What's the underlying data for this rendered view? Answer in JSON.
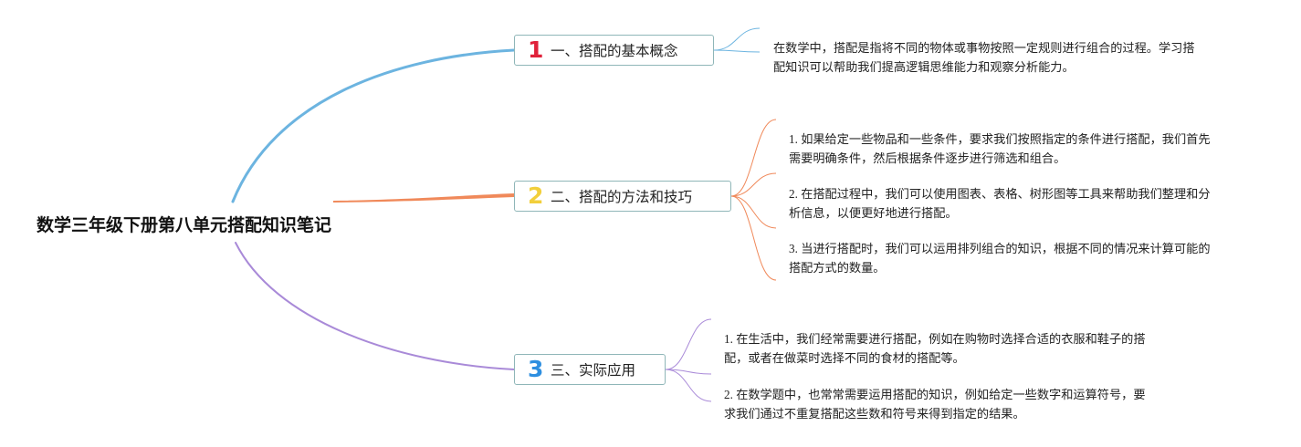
{
  "central_title": "数学三年级下册第八单元搭配知识笔记",
  "colors": {
    "branch_1": "#6cb4e0",
    "branch_2": "#f0895a",
    "branch_3": "#a98ad8",
    "num_1": "#e0213a",
    "num_2": "#f2cf3b",
    "num_3": "#2e8fe0",
    "box_border": "#8fb6b8"
  },
  "branches": [
    {
      "number": "1",
      "label": "一、搭配的基本概念",
      "notes": [
        [
          "在数学中，搭配是指将不同的物体或事物按照一定规则进行组合的过程。学习搭",
          "配知识可以帮助我们提高逻辑思维能力和观察分析能力。"
        ]
      ]
    },
    {
      "number": "2",
      "label": "二、搭配的方法和技巧",
      "notes": [
        [
          "1. 如果给定一些物品和一些条件，要求我们按照指定的条件进行搭配，我们首先",
          "需要明确条件，然后根据条件逐步进行筛选和组合。"
        ],
        [
          "2. 在搭配过程中，我们可以使用图表、表格、树形图等工具来帮助我们整理和分",
          "析信息，以便更好地进行搭配。"
        ],
        [
          "3. 当进行搭配时，我们可以运用排列组合的知识，根据不同的情况来计算可能的",
          "搭配方式的数量。"
        ]
      ]
    },
    {
      "number": "3",
      "label": "三、实际应用",
      "notes": [
        [
          "1. 在生活中，我们经常需要进行搭配，例如在购物时选择合适的衣服和鞋子的搭",
          "配，或者在做菜时选择不同的食材的搭配等。"
        ],
        [
          "2. 在数学题中，也常常需要运用搭配的知识，例如给定一些数字和运算符号，要",
          "求我们通过不重复搭配这些数和符号来得到指定的结果。"
        ]
      ]
    }
  ]
}
